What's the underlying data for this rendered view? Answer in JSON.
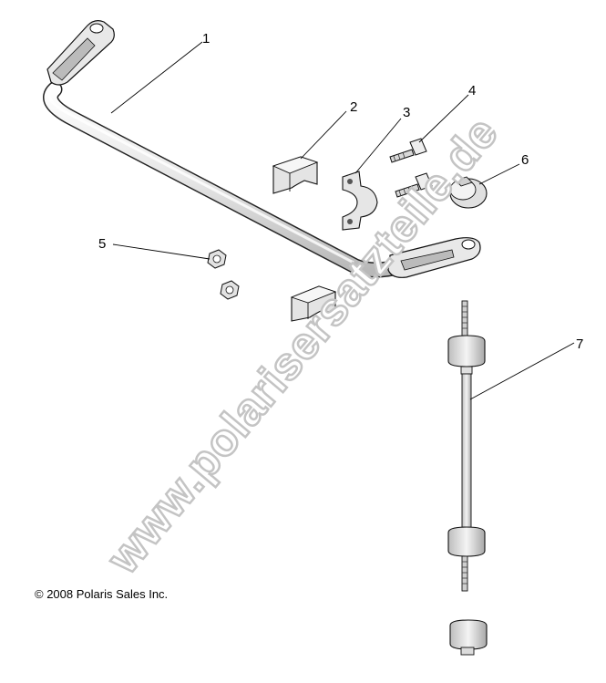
{
  "callouts": [
    "1",
    "2",
    "3",
    "4",
    "5",
    "6",
    "7"
  ],
  "copyright": "© 2008 Polaris Sales Inc.",
  "watermark": "www.polarisersatzteile.de",
  "colors": {
    "line": "#000000",
    "part_fill": "#f2f2f2",
    "part_shade": "#c8c8c8",
    "watermark_outline": "#c4c4c4"
  }
}
